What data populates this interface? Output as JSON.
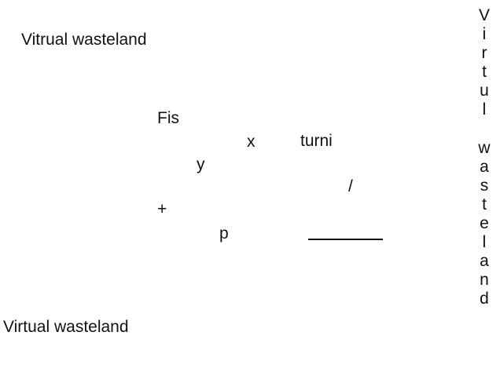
{
  "texts": {
    "top_title": "Vitrual wasteland",
    "bottom_title": "Virtual wasteland",
    "fis": "Fis",
    "x": "x",
    "turni": "turni",
    "y": "y",
    "slash": "/",
    "plus": "+",
    "p": "p"
  },
  "vertical_title": {
    "letters": [
      "V",
      "i",
      "r",
      "t",
      "u",
      "l",
      "",
      "w",
      "a",
      "s",
      "t",
      "e",
      "l",
      "a",
      "n",
      "d"
    ]
  },
  "colors": {
    "text": "#111111",
    "background": "#ffffff"
  }
}
